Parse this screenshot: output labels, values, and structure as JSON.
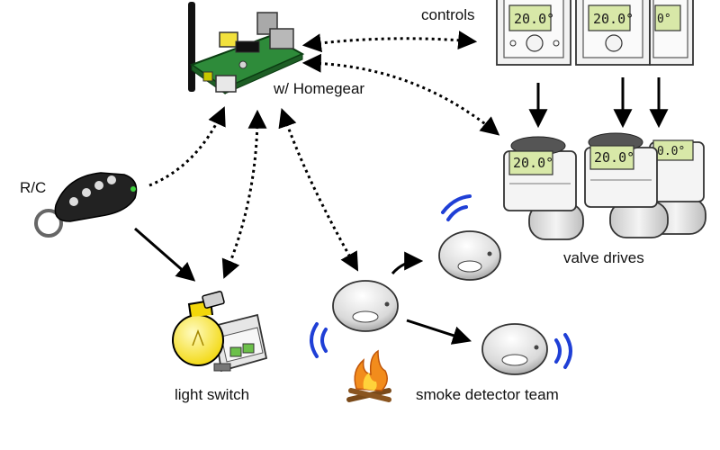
{
  "labels": {
    "homegear": "w/ Homegear",
    "controls": "controls",
    "remote": "R/C",
    "light_switch": "light switch",
    "valve_drives": "valve drives",
    "smoke_team": "smoke detector team"
  },
  "thermostat": {
    "display": "20.0°"
  },
  "colors": {
    "pcb_green": "#2e8b3a",
    "bulb_yellow": "#f5e13a",
    "lcd_green": "#d8e8a8",
    "signal_blue": "#1f3fd6",
    "arrow_black": "#000000",
    "fire_orange": "#f28c1c"
  },
  "icons": [
    "raspberry-pi-board-icon",
    "antenna-icon",
    "wall-thermostat-icon",
    "radiator-valve-icon",
    "remote-fob-icon",
    "light-bulb-icon",
    "switch-actuator-icon",
    "smoke-detector-icon",
    "fire-icon",
    "signal-wave-icon"
  ]
}
